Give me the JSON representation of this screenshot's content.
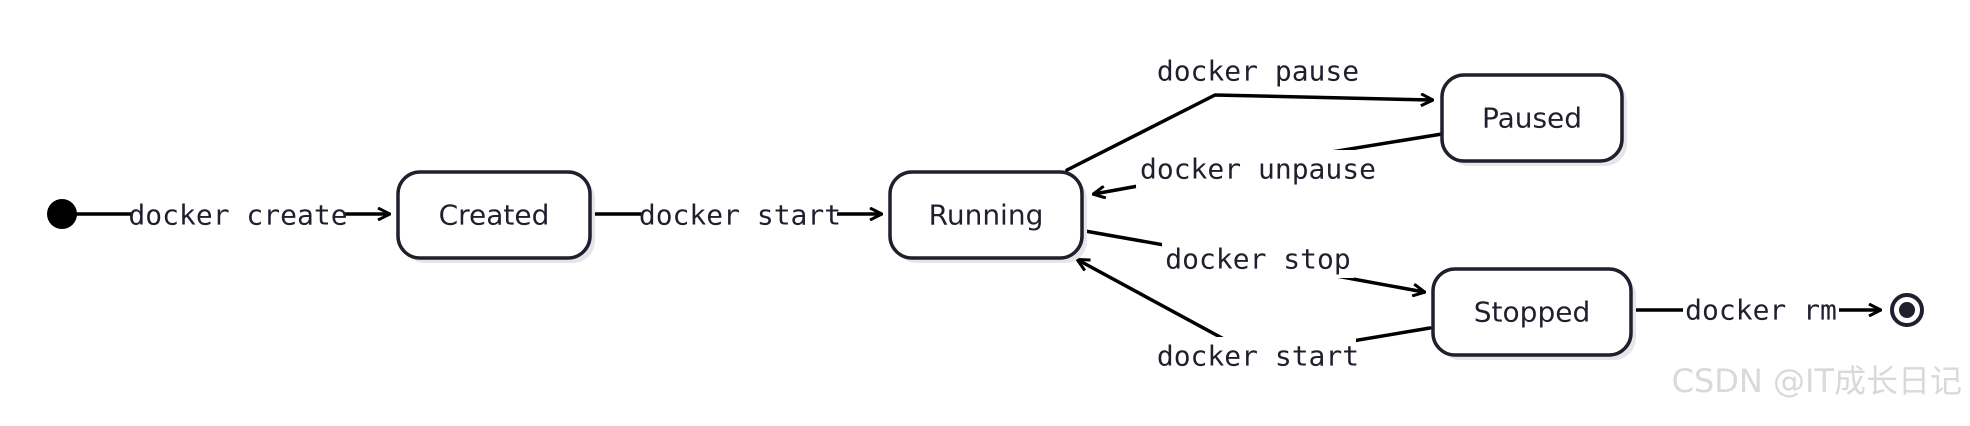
{
  "states": {
    "created": "Created",
    "running": "Running",
    "paused": "Paused",
    "stopped": "Stopped"
  },
  "transitions": {
    "create": "docker create",
    "start": "docker start",
    "pause": "docker pause",
    "unpause": "docker unpause",
    "stop": "docker stop",
    "restart": "docker start",
    "rm": "docker rm"
  },
  "watermark": "CSDN @IT成长日记",
  "colors": {
    "stroke": "#1f1f2e",
    "arrow": "#000000",
    "watermark": "#d9d9d9"
  }
}
